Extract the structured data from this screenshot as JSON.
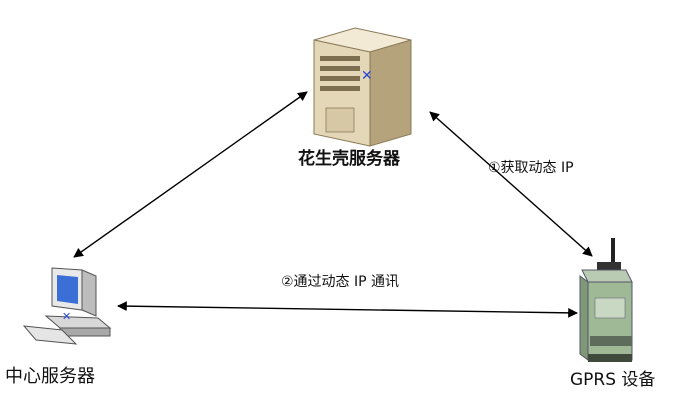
{
  "nodes": {
    "dns_server": {
      "label": "花生壳服务器",
      "icon": "tower-server-icon"
    },
    "center_server": {
      "label": "中心服务器",
      "icon": "desktop-computer-icon"
    },
    "gprs_device": {
      "label": "GPRS 设备",
      "icon": "gprs-modem-icon"
    }
  },
  "edges": {
    "get_ip": {
      "label": "①获取动态 IP"
    },
    "communicate": {
      "label": "②通过动态 IP 通讯"
    }
  },
  "colors": {
    "line": "#000000",
    "server_body": "#e8dcc0",
    "server_dark": "#b8a884",
    "device_body": "#a8bfa0",
    "screen": "#3b6fd6"
  }
}
